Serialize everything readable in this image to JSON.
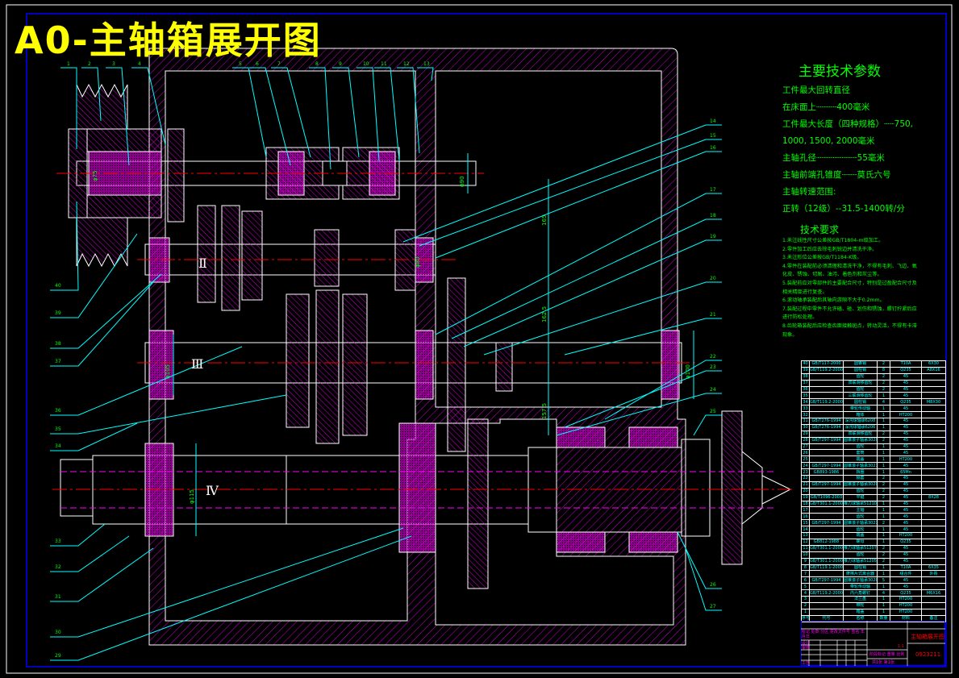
{
  "title": "A0-主轴箱展开图",
  "colors": {
    "background": "#000000",
    "outline": "#ffffff",
    "hatch": "#ff00ff",
    "centerline": "#ff0000",
    "leader": "#00ffff",
    "dimension_text": "#00ff00",
    "title": "#ffff00",
    "frame": "#0000ff"
  },
  "shaft_labels": [
    "Ⅱ",
    "Ⅲ",
    "Ⅳ"
  ],
  "dimensions": [
    "φ90",
    "φ105",
    "φ115",
    "φ75",
    "φ80",
    "φ100",
    "165",
    "162.5",
    "157.5"
  ],
  "callouts": {
    "top": [
      "1",
      "2",
      "3",
      "4",
      "5",
      "6",
      "7",
      "8",
      "9",
      "10",
      "11",
      "12",
      "13"
    ],
    "left": [
      "40",
      "39",
      "38",
      "37",
      "36",
      "35",
      "34",
      "33",
      "32",
      "31",
      "30",
      "29"
    ],
    "right": [
      "14",
      "15",
      "16",
      "17",
      "18",
      "19",
      "20",
      "21",
      "22",
      "23",
      "24",
      "25",
      "26",
      "27"
    ]
  },
  "tech_params": {
    "heading": "主要技术参数",
    "lines": [
      "工件最大回转直径",
      "在床面上┈┈┈┈400毫米",
      "工件最大长度（四种规格）┈┈750,",
      "1000, 1500, 2000毫米",
      "主轴孔径┈┈┈┈┈┈┈┈55毫米",
      "主轴前端孔锥度┈┈┈莫氏六号",
      "主轴转速范围:",
      "正转（12级）--31.5-1400转/分"
    ]
  },
  "tech_requirements": {
    "heading": "技术要求",
    "lines": [
      "1.未注线性尺寸公差按GB/T1804-m级加工。",
      "2.零件加工后应去除毛刺锐边并清洗干净。",
      "3.未注形位公差按GB/T1184-K级。",
      "4.零件在装配前必须清理和清洗干净，不得有毛刺、飞边、氧化皮、锈蚀、切屑、油污、着色剂和灰尘等。",
      "5.装配前应对零部件的主要配合尺寸，特别是过盈配合尺寸及相关精度进行复查。",
      "6.滚动轴承装配后其轴向游隙不大于0.2mm。",
      "7.装配过程中零件不允许磕、碰、划伤和锈蚀，螺钉拧紧后应进行防松处理。",
      "8.齿轮箱装配后应检查齿面接触斑点，转动灵活，不得有卡滞现象。"
    ]
  },
  "bom": {
    "rows": [
      [
        "40",
        "GB/T117-2000",
        "圆锥销",
        "2",
        "T10A",
        "6X30"
      ],
      [
        "39",
        "GB/T119.2-2000",
        "圆柱销",
        "8",
        "Q235",
        "A8X16"
      ],
      [
        "38",
        "",
        "齿轮",
        "2",
        "45",
        ""
      ],
      [
        "37",
        "",
        "双联滑移齿轮",
        "2",
        "45",
        ""
      ],
      [
        "36",
        "",
        "齿轮",
        "2",
        "45",
        ""
      ],
      [
        "35",
        "",
        "三联滑移齿轮",
        "1",
        "45",
        ""
      ],
      [
        "34",
        "GB/T119.2-2000",
        "圆柱销",
        "4",
        "Q235",
        "M8X30"
      ],
      [
        "33",
        "",
        "带轮传动轴",
        "1",
        "45",
        ""
      ],
      [
        "32",
        "",
        "箱体",
        "1",
        "HT200",
        ""
      ],
      [
        "31",
        "GB/T276-1994",
        "深沟球轴承6208",
        "1",
        "45",
        ""
      ],
      [
        "30",
        "GB/T276-1994",
        "深沟球轴承6206",
        "1",
        "45",
        ""
      ],
      [
        "29",
        "",
        "双联滑移齿轮",
        "2",
        "45",
        ""
      ],
      [
        "28",
        "GB/T297-1994",
        "圆锥滚子轴承30208",
        "2",
        "45",
        ""
      ],
      [
        "27",
        "",
        "齿轮",
        "1",
        "45",
        ""
      ],
      [
        "26",
        "",
        "套筒",
        "1",
        "45",
        ""
      ],
      [
        "25",
        "",
        "端盖",
        "1",
        "HT200",
        ""
      ],
      [
        "24",
        "GB/T297-1994",
        "圆锥滚子轴承30210",
        "1",
        "45",
        ""
      ],
      [
        "23",
        "GB893-1986",
        "挡圈",
        "1",
        "65Mn",
        ""
      ],
      [
        "22",
        "",
        "隔套",
        "2",
        "45",
        ""
      ],
      [
        "21",
        "GB/T297-1994",
        "圆锥滚子轴承30207",
        "2",
        "45",
        ""
      ],
      [
        "20",
        "",
        "齿轮",
        "2",
        "45",
        ""
      ],
      [
        "19",
        "GB/T1096-2003",
        "平键",
        "2",
        "45",
        "8X28"
      ],
      [
        "18",
        "GB/T301.1-2000",
        "推力球轴承51210",
        "1",
        "45",
        ""
      ],
      [
        "17",
        "",
        "主轴",
        "1",
        "45",
        ""
      ],
      [
        "16",
        "",
        "齿轮",
        "1",
        "45",
        ""
      ],
      [
        "15",
        "GB/T297-1994",
        "圆锥滚子轴承30216",
        "2",
        "45",
        ""
      ],
      [
        "14",
        "",
        "齿轮",
        "1",
        "45",
        ""
      ],
      [
        "13",
        "",
        "端盖",
        "1",
        "HT200",
        ""
      ],
      [
        "12",
        "GB812-1988",
        "螺母",
        "1",
        "Q235",
        ""
      ],
      [
        "11",
        "GB/T301.1-2000",
        "推力球轴承51207",
        "2",
        "45",
        ""
      ],
      [
        "10",
        "",
        "齿轮",
        "2",
        "45",
        ""
      ],
      [
        "9",
        "GB/T301.1-2000",
        "推力球轴承51205",
        "2",
        "45",
        ""
      ],
      [
        "8",
        "GB/T119.1-2000",
        "圆柱销",
        "1",
        "T10A",
        "6X35"
      ],
      [
        "7",
        "",
        "摩擦片式离合器",
        "1",
        "组合件",
        "外购"
      ],
      [
        "6",
        "GB/T297-1994",
        "圆锥滚子轴承30206",
        "5",
        "45",
        ""
      ],
      [
        "5",
        "",
        "带轮传动轴",
        "1",
        "45",
        ""
      ],
      [
        "4",
        "GB/T119.2-2000",
        "内六角螺钉",
        "4",
        "Q235",
        "M6X16"
      ],
      [
        "3",
        "",
        "法兰盘",
        "1",
        "HT200",
        ""
      ],
      [
        "2",
        "",
        "带轮",
        "1",
        "HT200",
        ""
      ],
      [
        "1",
        "",
        "箱盖",
        "1",
        "HT200",
        ""
      ]
    ],
    "header": [
      "序号",
      "代号",
      "名称",
      "数量",
      "材料",
      "备注"
    ]
  },
  "title_block": {
    "drawing_name": "主轴箱展开图",
    "drawing_number": "0923211",
    "revision_row": [
      "标记",
      "处数",
      "分区",
      "更改文件号",
      "签名",
      "年月日"
    ],
    "roles": [
      "设计",
      "审核",
      "工艺"
    ],
    "stage_labels": [
      "阶段标记",
      "重量",
      "比例"
    ],
    "scale": "1:1",
    "sheet": "共1张",
    "sheet_no": "第1张"
  }
}
